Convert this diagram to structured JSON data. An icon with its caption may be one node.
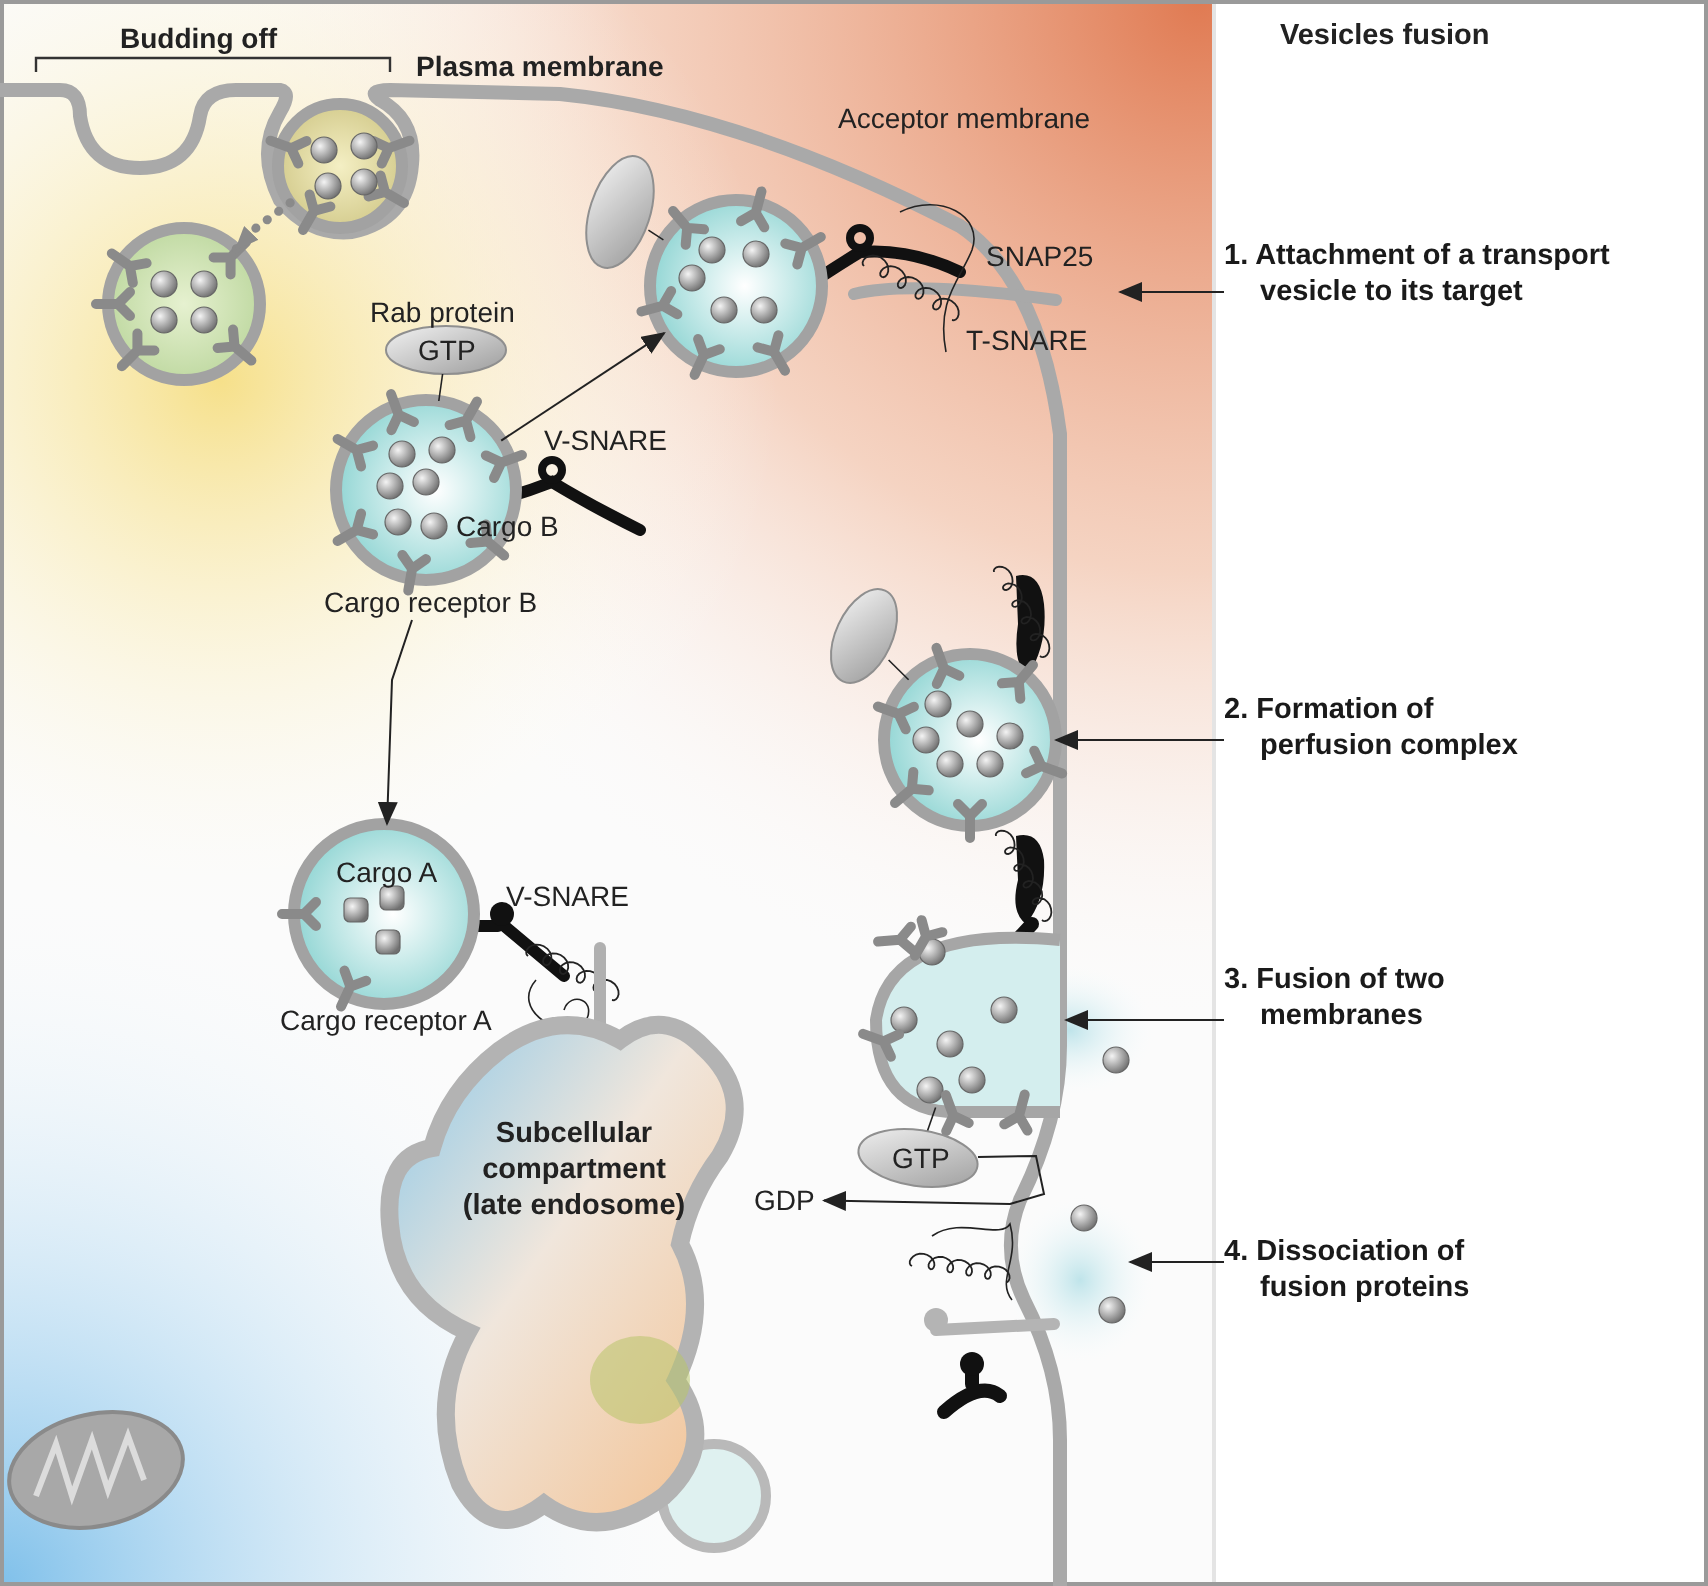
{
  "diagram": {
    "title": "Vesicles fusion",
    "nodes": [
      {
        "text": [],
        "shape": "circle"
      },
      {
        "text": [],
        "shape": "ellipse"
      },
      {
        "text": [],
        "shape": "circle"
      },
      {
        "text": [
          "1. Attachment of a transport vesicle to its target"
        ]
      },
      {
        "text": [],
        "shape": "circle"
      },
      {
        "text": [
          "GTP"
        ],
        "beside": [
          "Rab protein"
        ]
      },
      {
        "text": [
          "Cargo B",
          "Cargo receptor B"
        ]
      },
      {
        "text": [],
        "shape": "ellipse"
      },
      {
        "text": [],
        "shape": "circle"
      },
      {
        "text": [
          "2. Formation of perfusion complex"
        ]
      },
      {
        "text": [
          "Cargo A",
          "Cargo receptor A"
        ]
      },
      {
        "text": [],
        "shape": "circle"
      },
      {
        "text": [
          "3. Fusion of two membranes"
        ]
      },
      {
        "text": [
          "GTP"
        ]
      },
      {
        "text": [
          "Subcellular compartment (late endosome)"
        ]
      },
      {
        "text": [
          "GDP"
        ]
      },
      {
        "text": [
          "4. Dissociation of fusion proteins"
        ]
      },
      {
        "text": [],
        "shape": "picture"
      }
    ],
    "edges": [
      {
        "from": 0,
        "to": 4,
        "arrow": "to",
        "style": "dashed",
        "color": "#8a8a8a"
      },
      {
        "from": 6,
        "to": 2,
        "arrow": "to"
      },
      {
        "from": 6,
        "to": 10,
        "arrow": "to"
      },
      {
        "from": 13,
        "to": 15,
        "arrow": "to"
      },
      {
        "from": 3,
        "to": null,
        "arrow": "to"
      },
      {
        "from": 9,
        "to": 8,
        "arrow": "to"
      },
      {
        "from": 12,
        "to": 11,
        "arrow": "to"
      },
      {
        "from": 16,
        "to": 17,
        "arrow": "to"
      },
      {
        "from": 1,
        "to": 2,
        "arrow": "none"
      },
      {
        "from": 5,
        "to": 6,
        "arrow": "none"
      },
      {
        "from": 7,
        "to": 8,
        "arrow": "none"
      },
      {
        "from": 13,
        "to": 11,
        "arrow": "none"
      }
    ],
    "labels": [
      "Budding off",
      "Plasma membrane",
      "Acceptor membrane",
      "SNAP25",
      "T-SNARE",
      "V-SNARE",
      "V-SNARE"
    ]
  }
}
